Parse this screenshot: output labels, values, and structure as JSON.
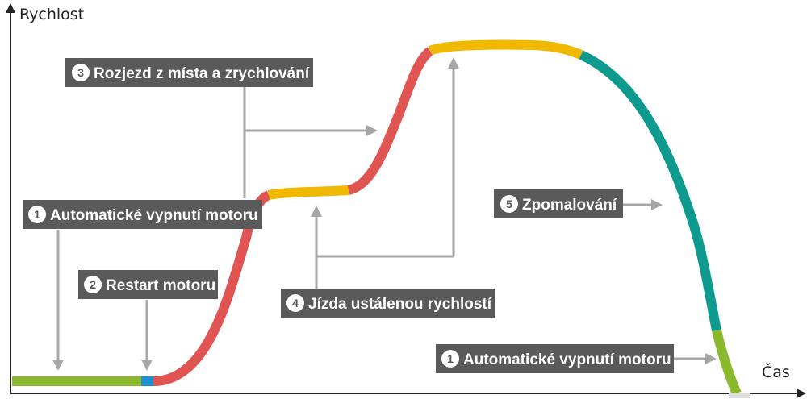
{
  "axes": {
    "y_label": "Rychlost",
    "x_label": "Čas"
  },
  "callouts": {
    "auto_stop_1": {
      "number": "1",
      "text": "Automatické vypnutí motoru"
    },
    "restart": {
      "number": "2",
      "text": "Restart motoru"
    },
    "acceleration": {
      "number": "3",
      "text": "Rozjezd z místa a zrychlování"
    },
    "steady": {
      "number": "4",
      "text": "Jízda ustálenou rychlostí"
    },
    "deceleration": {
      "number": "5",
      "text": "Zpomalování"
    },
    "auto_stop_2": {
      "number": "1",
      "text": "Automatické vypnutí motoru"
    }
  },
  "colors": {
    "auto_stop": "#8ab92d",
    "restart": "#1e8fcf",
    "acceleration": "#e05552",
    "steady": "#f1b800",
    "deceleration": "#0e9a8e",
    "callout_bg": "#5a5a5a",
    "arrow": "#a6a6a6",
    "axis": "#222222"
  }
}
